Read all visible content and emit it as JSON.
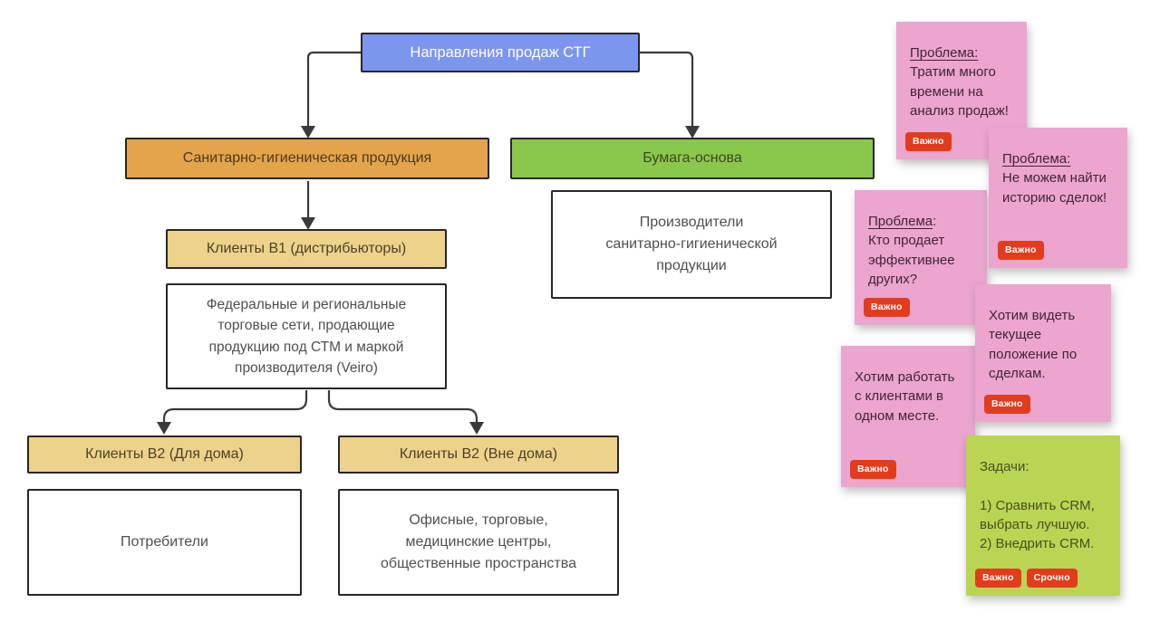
{
  "colors": {
    "node_blue": "#7c96ee",
    "node_orange": "#e4a44b",
    "node_green": "#8cc74d",
    "node_tan": "#edd28b",
    "node_white": "#ffffff",
    "sticky_pink": "#eba5cf",
    "sticky_green": "#bad454",
    "badge_red": "#e23c1d",
    "connector": "#3a3a3a"
  },
  "flowchart": {
    "root": {
      "label": "Направления продаж СТГ"
    },
    "branch_sanitary": {
      "label": "Санитарно-гигиеническая продукция"
    },
    "branch_paper": {
      "label": "Бумага-основа"
    },
    "producers": {
      "label": "Производители\nсанитарно-гигиенической\nпродукции"
    },
    "clients_b1": {
      "label": "Клиенты B1 (дистрибьюторы)"
    },
    "federal_chains": {
      "label": "Федеральные и региональные\nторговые сети, продающие\nпродукцию под СТМ и маркой\nпроизводителя (Veiro)"
    },
    "clients_b2_home": {
      "label": "Клиенты B2 (Для дома)"
    },
    "clients_b2_away": {
      "label": "Клиенты B2 (Вне дома)"
    },
    "consumers": {
      "label": "Потребители"
    },
    "offices": {
      "label": "Офисные, торговые,\nмедицинские центры,\nобщественные пространства"
    }
  },
  "stickies": [
    {
      "header": "Проблема:",
      "header_suffix": "",
      "body": "Тратим много времени на анализ продаж!",
      "badges": [
        "Важно"
      ]
    },
    {
      "header": "Проблема:",
      "header_suffix": "",
      "body": "Не можем найти историю сделок!",
      "badges": [
        "Важно"
      ]
    },
    {
      "header": "Проблема",
      "header_suffix": ":",
      "body": "Кто продает эффективнее других?",
      "badges": [
        "Важно"
      ]
    },
    {
      "header": "",
      "header_suffix": "",
      "body": "Хотим видеть текущее положение по сделкам.",
      "badges": [
        "Важно"
      ]
    },
    {
      "header": "",
      "header_suffix": "",
      "body": "Хотим работать с клиентами в одном месте.",
      "badges": [
        "Важно"
      ]
    },
    {
      "header": "",
      "header_suffix": "",
      "body": "Задачи:\n\n1) Сравнить CRM,\nвыбрать лучшую.\n2) Внедрить CRM.",
      "badges": [
        "Важно",
        "Срочно"
      ]
    }
  ]
}
